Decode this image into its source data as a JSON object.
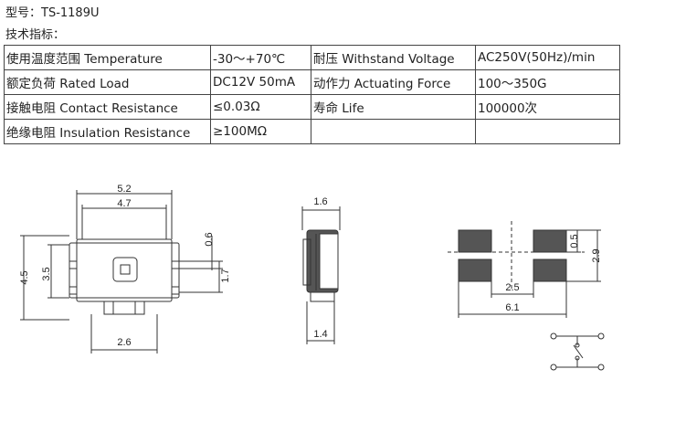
{
  "model_line": "型号：TS-1189U",
  "spec_heading": "技术指标：",
  "specs": {
    "rows": [
      [
        "使用温度范围 Temperature",
        "-30～+70℃",
        "耐压 Withstand Voltage",
        "AC250V(50Hz)/min"
      ],
      [
        "额定负荷 Rated Load",
        "DC12V 50mA",
        "动作力 Actuating Force",
        "100～350G"
      ],
      [
        "接触电阻 Contact Resistance",
        "≤0.03Ω",
        "寿命 Life",
        "100000次"
      ],
      [
        "绝缘电阻 Insulation Resistance",
        "≥100MΩ",
        "",
        ""
      ]
    ]
  },
  "drawings": {
    "top_view": {
      "width_outer": "5.2",
      "width_inner": "4.7",
      "height_outer": "4.5",
      "height_inner": "3.5",
      "pin_width": "0.6",
      "pin_pitch": "1.7",
      "bottom": "2.6"
    },
    "side_view": {
      "top": "1.6",
      "bottom": "1.4"
    },
    "footprint": {
      "pad_height": "0.5",
      "span_height": "2.9",
      "inner_gap": "2.5",
      "total_width": "6.1"
    }
  },
  "colors": {
    "text": "#222222",
    "border": "#444444",
    "pad_fill": "#555555"
  }
}
